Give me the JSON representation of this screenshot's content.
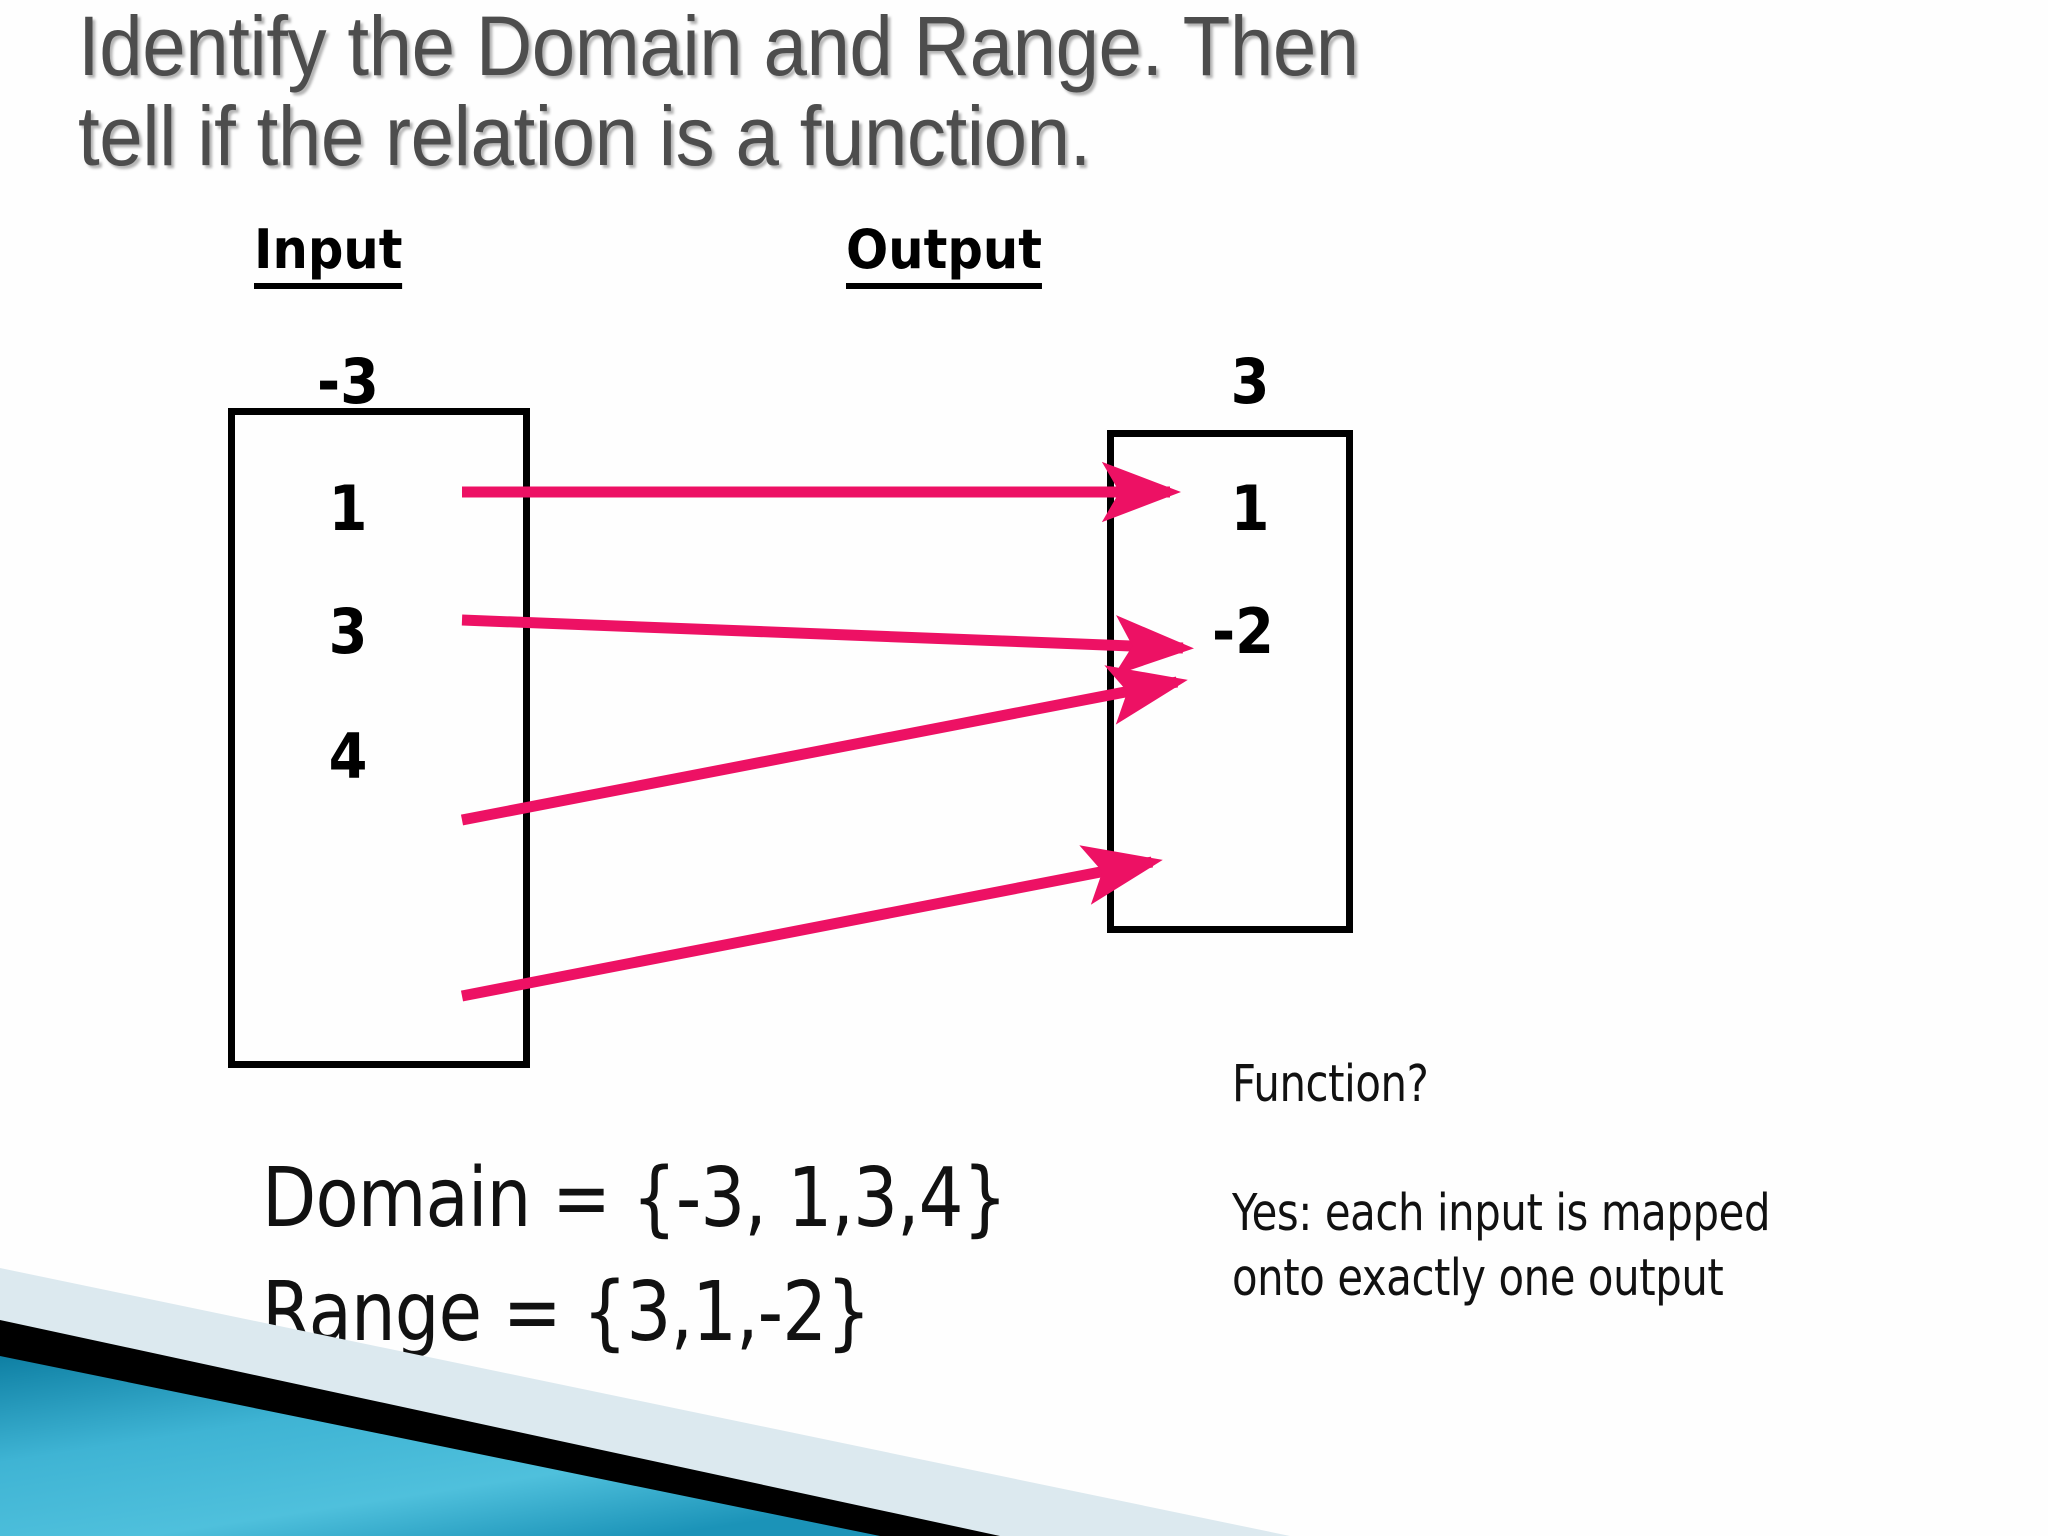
{
  "slide": {
    "title": "Identify the Domain and Range. Then\ntell if the relation is a function.",
    "title_color": "#4d4d4d",
    "background_color": "#fefefe",
    "arrow_color": "#ED1164",
    "line_color": "#000000"
  },
  "diagram": {
    "input_label": "Input",
    "output_label": "Output",
    "input_values": [
      "-3",
      "1",
      "3",
      "4"
    ],
    "output_values": [
      "3",
      "1",
      "-2"
    ],
    "mappings": [
      {
        "from": "-3",
        "to": "3"
      },
      {
        "from": "1",
        "to": "1"
      },
      {
        "from": "3",
        "to": "1"
      },
      {
        "from": "4",
        "to": "-2"
      }
    ]
  },
  "answer": {
    "function_question": "Function?",
    "function_answer": "Yes: each input is mapped\nonto exactly one output",
    "domain": "Domain = {-3, 1,3,4}",
    "range": "Range = {3,1,-2}"
  },
  "decor": {
    "teal_light": "#3FB4D4",
    "teal_dark": "#0E7FA3",
    "black": "#000000",
    "pale": "#DCE9EF"
  }
}
